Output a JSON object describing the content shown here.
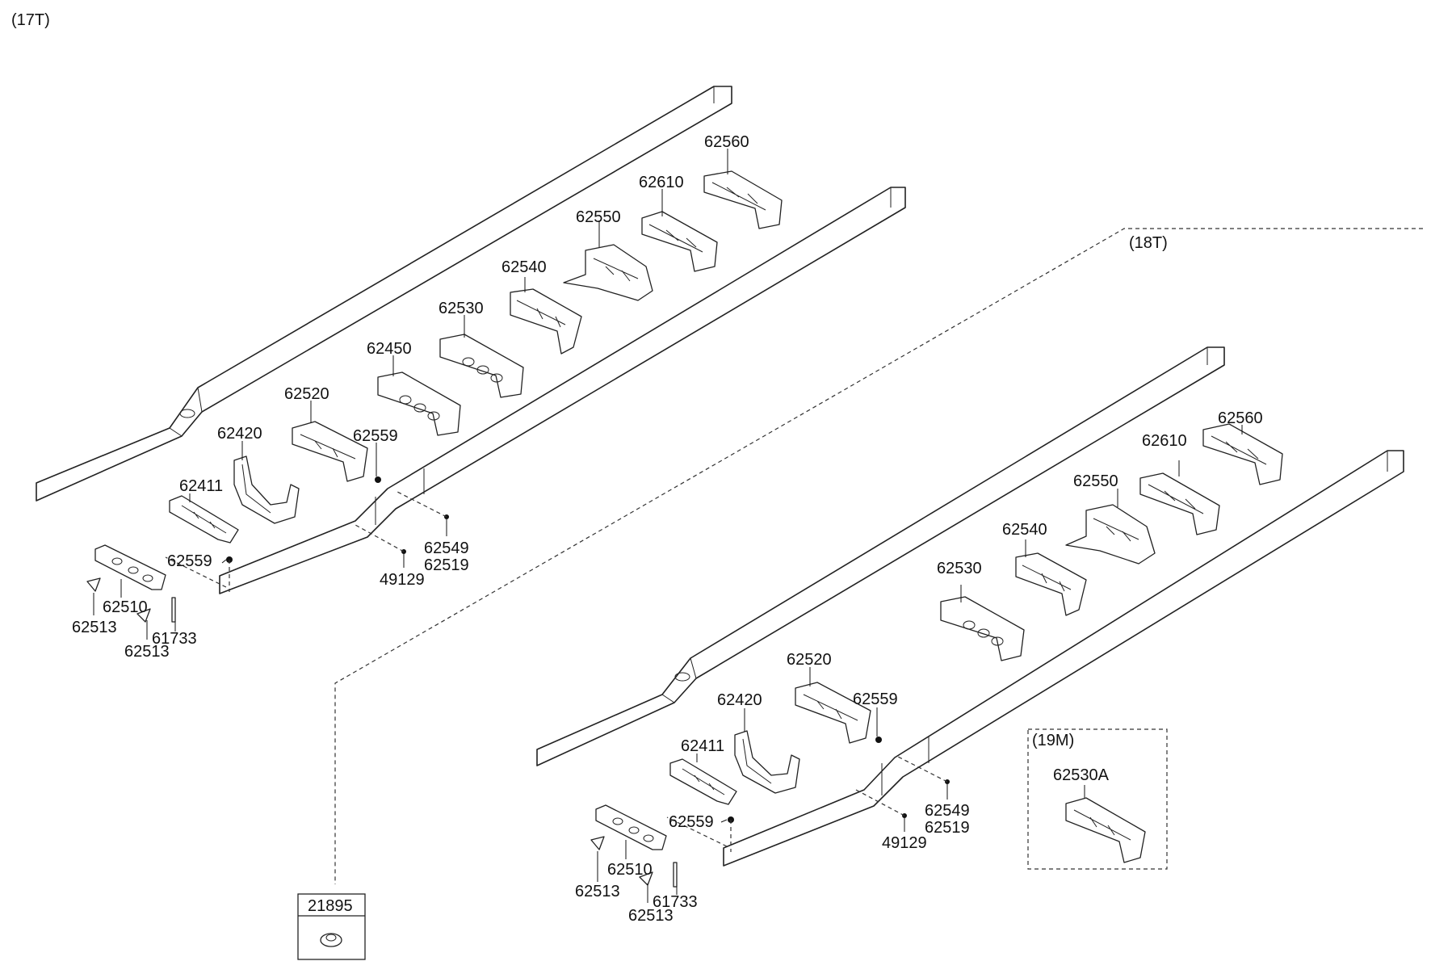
{
  "variants": {
    "t17": "(17T)",
    "t18": "(18T)",
    "m19": "(19M)"
  },
  "left": {
    "p62560": "62560",
    "p62610": "62610",
    "p62550": "62550",
    "p62540": "62540",
    "p62530": "62530",
    "p62450": "62450",
    "p62520": "62520",
    "p62420": "62420",
    "p62559a": "62559",
    "p62411": "62411",
    "p62559b": "62559",
    "p62549": "62549",
    "p62519": "62519",
    "p49129": "49129",
    "p62510": "62510",
    "p62513a": "62513",
    "p62513b": "62513",
    "p61733": "61733"
  },
  "right": {
    "p62560": "62560",
    "p62610": "62610",
    "p62550": "62550",
    "p62540": "62540",
    "p62530": "62530",
    "p62520": "62520",
    "p62420": "62420",
    "p62559a": "62559",
    "p62411": "62411",
    "p62559b": "62559",
    "p62549": "62549",
    "p62519": "62519",
    "p49129": "49129",
    "p62510": "62510",
    "p62513a": "62513",
    "p62513b": "62513",
    "p61733": "61733"
  },
  "option": {
    "p62530A": "62530A"
  },
  "kit": {
    "p21895": "21895"
  }
}
